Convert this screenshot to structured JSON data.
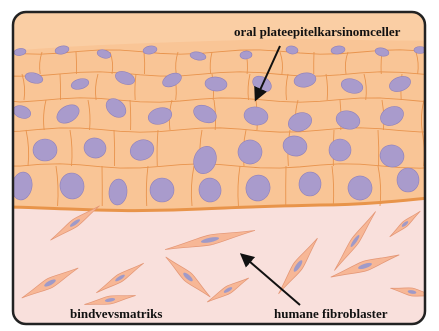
{
  "labels": {
    "cells": "oral plateepitelkarsinomceller",
    "matrix": "bindvevsmatriks",
    "fibroblasts": "humane fibroblaster"
  },
  "colors": {
    "epithelium_fill": "#f9c596",
    "epithelium_highlight": "#fbd6b0",
    "cell_border": "#e8944e",
    "nucleus": "#a99bcc",
    "nucleus_edge": "#8f80ba",
    "basement_line": "#e8944a",
    "matrix_fill": "#f9e0dc",
    "fibroblast_fill": "#f7b796",
    "fibroblast_edge": "#e39574",
    "fibroblast_nucleus": "#9f9ac8",
    "frame": "#222222",
    "arrow": "#111111"
  },
  "icons": {
    "cells_pointer": "arrow-icon",
    "fibroblast_pointer": "arrow-icon"
  }
}
